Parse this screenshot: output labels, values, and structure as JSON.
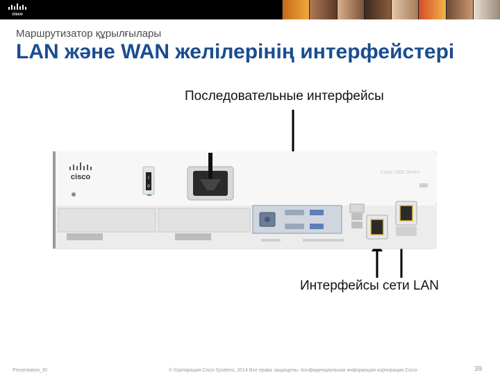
{
  "header": {
    "subtitle": "Маршрутизатор құрылғылары",
    "title": "LAN және WAN желілерінің интерфейстері"
  },
  "brand": {
    "logo_text": "cisco",
    "accent_color": "#1a4d8f",
    "bar_color": "#000000"
  },
  "device": {
    "brand_text": "cisco",
    "series_text": "Cisco 1900 Series",
    "power_on_mark": "I",
    "power_off_mark": "0"
  },
  "annotations": {
    "serial_label": "Последовательные интерфейсы",
    "lan_label": "Интерфейсы сети LAN"
  },
  "footer": {
    "left": "Presentation_ID",
    "middle": "© Корпорация Cisco Systems, 2014 Все права защищены.    Конфиденциальная информация корпорации Cisco",
    "page": "39"
  }
}
